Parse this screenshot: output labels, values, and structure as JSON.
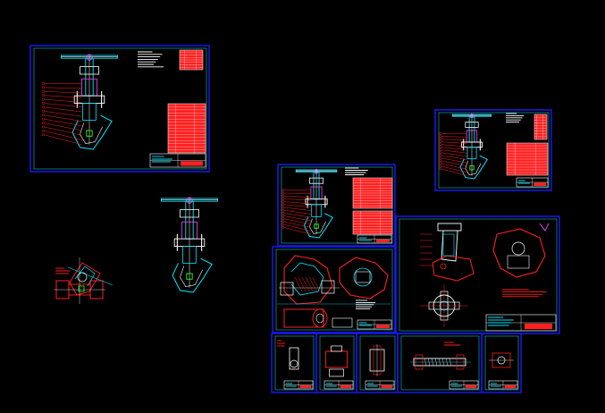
{
  "viewport": {
    "background": "#000000"
  },
  "colors": {
    "frame": "#1a1aff",
    "frame_inner": "#1a1aff",
    "cyan": "#00e5ff",
    "white": "#ffffff",
    "red": "#ff2020",
    "green": "#28ff28",
    "magenta": "#ff40ff"
  },
  "sheets": [
    {
      "name": "sheet-valve-assembly-large"
    },
    {
      "name": "sheet-valve-assembly-small"
    },
    {
      "name": "sheet-valve-assembly-medium"
    },
    {
      "name": "sheet-valve-body-section"
    },
    {
      "name": "sheet-part-detail-large"
    },
    {
      "name": "sheet-part-detail-1"
    },
    {
      "name": "sheet-part-detail-2"
    },
    {
      "name": "sheet-part-detail-3"
    },
    {
      "name": "sheet-part-detail-4"
    },
    {
      "name": "sheet-part-detail-5"
    }
  ],
  "loose_views": [
    {
      "name": "loose-valve-elevation"
    },
    {
      "name": "loose-valve-body-plan"
    }
  ]
}
